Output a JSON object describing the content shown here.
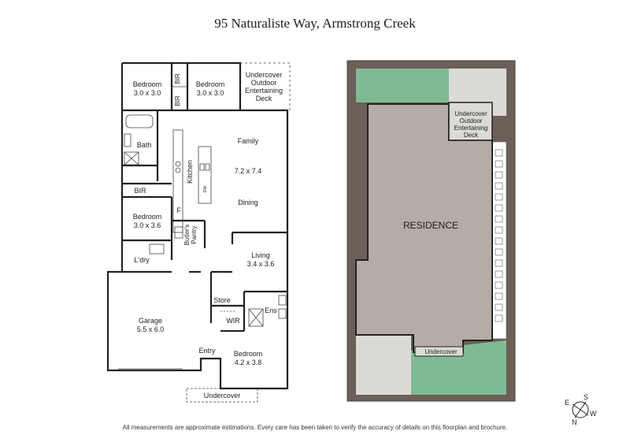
{
  "title": "95 Naturaliste Way, Armstrong Creek",
  "footer": "All measurements are approximate estimations. Every care has been taken to verify the accuracy of details on this floorplan and brochure.",
  "floorplan": {
    "bedroom1": {
      "name": "Bedroom",
      "size": "3.0 x 3.0"
    },
    "bedroom2": {
      "name": "Bedroom",
      "size": "3.0 x 3.0"
    },
    "bir": "BIR",
    "deck": [
      "Undercover",
      "Outdoor",
      "Entertaining",
      "Deck"
    ],
    "bath": "Bath",
    "kitchen": "Kitchen",
    "family": "Family",
    "family_size": "7.2 x 7.4",
    "dining": "Dining",
    "bedroom3": {
      "name": "Bedroom",
      "size": "3.0 x 3.6"
    },
    "fridge": "F",
    "pantry": [
      "Butler's",
      "Pantry"
    ],
    "laundry": "L'dry",
    "living": {
      "name": "Living",
      "size": "3.4 x 3.6"
    },
    "garage": {
      "name": "Garage",
      "size": "5.5 x 6.0"
    },
    "store": "Store",
    "ens": "Ens",
    "wir": "WIR",
    "entry": "Entry",
    "bedroom4": {
      "name": "Bedroom",
      "size": "4.2 x 3.8"
    },
    "undercover": "Undercover",
    "dw": "DW"
  },
  "siteplan": {
    "residence": "RESIDENCE",
    "deck": [
      "Undercover",
      "Outdoor",
      "Entertaining",
      "Deck"
    ],
    "undercover": "Undercover"
  },
  "compass": {
    "n": "N",
    "s": "S",
    "e": "E",
    "w": "W"
  },
  "colors": {
    "lawn": "#7fba94",
    "paving": "#dcdad7",
    "residence": "#b5aba7",
    "garden": "#6b5f57",
    "wall": "#222222"
  }
}
